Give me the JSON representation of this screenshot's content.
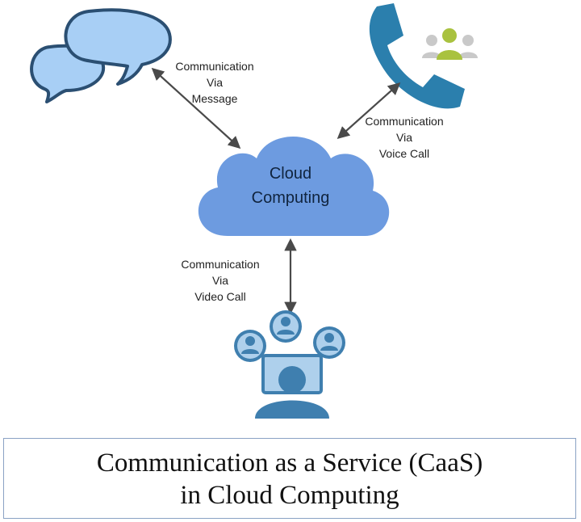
{
  "nodes": {
    "cloud": {
      "line1": "Cloud",
      "line2": "Computing"
    }
  },
  "edges": {
    "message": {
      "line1": "Communication",
      "line2": "Via",
      "line3": "Message"
    },
    "voice": {
      "line1": "Communication",
      "line2": "Via",
      "line3": "Voice Call"
    },
    "video": {
      "line1": "Communication",
      "line2": "Via",
      "line3": "Video Call"
    }
  },
  "title": {
    "line1": "Communication as a Service (CaaS)",
    "line2": "in Cloud Computing"
  },
  "colors": {
    "cloud_fill": "#6d9be0",
    "bubble_fill": "#a8cff5",
    "phone_blue": "#2b7fad",
    "video_blue": "#3f7faf",
    "people_green": "#a9c23f",
    "arrow": "#4a4a4a"
  },
  "icons": [
    "chat-bubbles-icon",
    "phone-icon",
    "conference-people-icon",
    "video-conference-icon"
  ]
}
